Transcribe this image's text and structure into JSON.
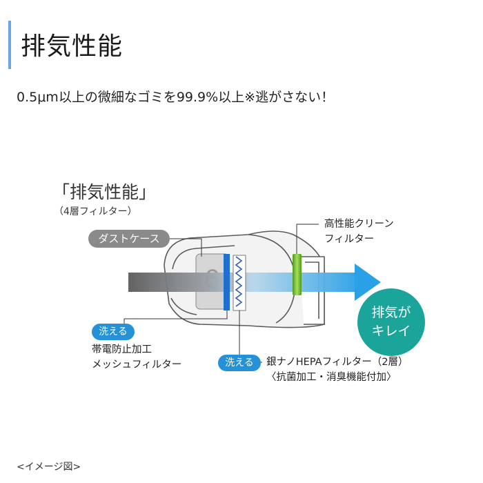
{
  "header": {
    "title": "排気性能"
  },
  "subtitle": "0.5μm以上の微細なゴミを99.9%以上上※逃がさない！",
  "diagram": {
    "label": "「排気性能」",
    "sublabel": "（4層フィルター）",
    "dust_case_label": "ダストケース",
    "wash_badge_1": "洗える",
    "wash_badge_2": "洗える",
    "mesh_filter_lines": [
      "帯電防止加工",
      "メッシュフィルター"
    ],
    "hepa_filter_lines": [
      "銀ナノHEPAフィルター（2層）",
      "〈抗菌加工・消臭機能付加〉"
    ],
    "clean_filter_lines": [
      "高性能クリーン",
      "フィルター"
    ],
    "clean_air_lines": [
      "排気が",
      "キレイ"
    ]
  },
  "footnote": "<イメージ図>",
  "colors": {
    "accent": "#6aa6df",
    "badge_blue": "#2591d6",
    "badge_gray": "#8a8a8a",
    "clean_teal": "#1ba59a",
    "arrow_blue": "#2aa0e6",
    "filter_green": "#7cc832"
  }
}
